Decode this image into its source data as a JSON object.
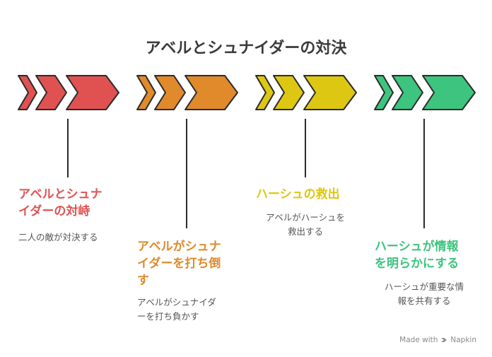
{
  "title": "アベルとシュナイダーの対決",
  "steps": [
    {
      "title_line1": "アベルとシュナ",
      "title_line2": "イダーの対峙",
      "title_line3": "",
      "desc_line1": "二人の敵が対決する",
      "desc_line2": "",
      "color": "#e05252"
    },
    {
      "title_line1": "アベルがシュナ",
      "title_line2": "イダーを打ち倒",
      "title_line3": "す",
      "desc_line1": "アベルがシュナイダ",
      "desc_line2": "ーを打ち負かす",
      "color": "#e08a2c"
    },
    {
      "title_line1": "ハーシュの救出",
      "title_line2": "",
      "title_line3": "",
      "desc_line1": "アベルがハーシュを",
      "desc_line2": "救出する",
      "color": "#ddc712"
    },
    {
      "title_line1": "ハーシュが情報",
      "title_line2": "を明らかにする",
      "title_line3": "",
      "desc_line1": "ハーシュが重要な情",
      "desc_line2": "報を共有する",
      "color": "#3dc47e"
    }
  ],
  "footer": {
    "label": "Made with",
    "brand": "Napkin"
  }
}
